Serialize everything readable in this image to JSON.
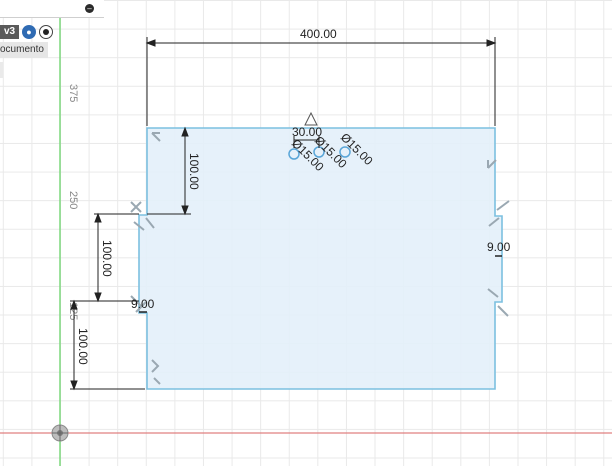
{
  "browser": {
    "version_label": "v3",
    "user_icon": "user-icon",
    "visibility_icon": "eye-icon",
    "document_label": "ocumento",
    "topbar_icon": "minus-circle-icon"
  },
  "axis_labels": {
    "tick_375": "375",
    "tick_250": "250",
    "tick_125": "125"
  },
  "dimensions": {
    "width_400": "400.00",
    "left_depth_100": "100.00",
    "left_mid_100": "100.00",
    "left_bottom_100": "100.00",
    "left_notch_9": "9.00",
    "right_notch_9": "9.00",
    "hole_spacing_30": "30.00",
    "hole_dia_a": "Ø15.00",
    "hole_dia_b": "Ø15.00",
    "hole_dia_c": "Ø15.00"
  },
  "colors": {
    "profile_fill": "#e3f0fa",
    "profile_stroke": "#7cc0e0",
    "dimension": "#222222",
    "y_axis": "#7dd87d",
    "x_axis": "#e08080"
  },
  "icons": {
    "origin": "origin-icon",
    "constraint": "coincident-constraint-icon"
  }
}
